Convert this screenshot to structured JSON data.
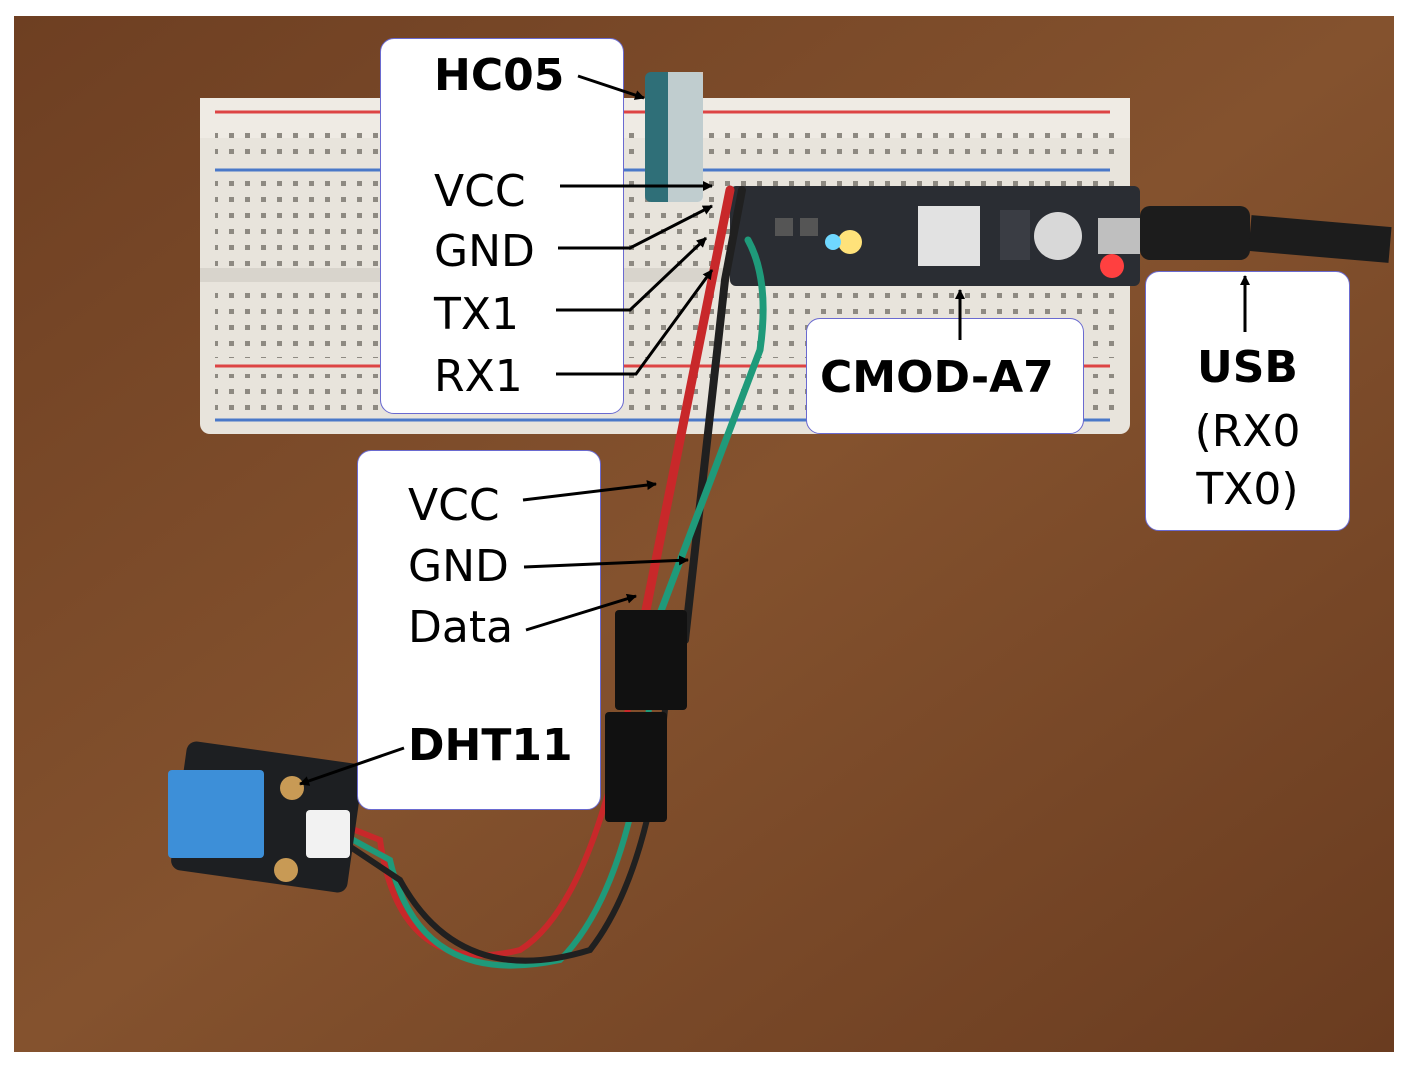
{
  "labels": {
    "hc05": {
      "title": "HC05",
      "pins": [
        "VCC",
        "GND",
        "TX1",
        "RX1"
      ]
    },
    "cmod": {
      "title": "CMOD-A7"
    },
    "usb": {
      "title": "USB",
      "line1": "(RX0",
      "line2": "TX0)"
    },
    "dht11": {
      "pins": [
        "VCC",
        "GND",
        "Data"
      ],
      "title": "DHT11"
    }
  },
  "colors": {
    "table_wood": "#7a4a2a",
    "breadboard": "#ece8e0",
    "board_pcb": "#2a2d33",
    "sensor_blue": "#3d8fd8",
    "wire_red": "#c8282a",
    "wire_green": "#1f9a7a",
    "wire_black": "#202020",
    "label_border": "#6a6ad0"
  }
}
